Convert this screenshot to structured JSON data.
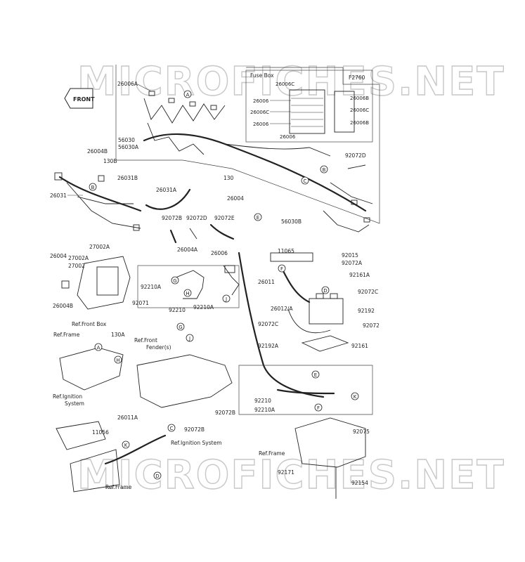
{
  "diagram_code": "F2760",
  "watermark": "MICROFICHES.NET",
  "front_arrow": "FRONT",
  "fuse_box": {
    "title": "Fuse Box",
    "left_labels": [
      "26006C",
      "26006",
      "26006C",
      "26006",
      "26006"
    ],
    "right_labels": [
      "26006B",
      "26006C",
      "26006B"
    ]
  },
  "callouts": [
    "A",
    "B",
    "C",
    "D",
    "E",
    "F",
    "G",
    "H",
    "J",
    "K"
  ],
  "part_labels": {
    "p26006A": "26006A",
    "p26004B_top": "26004B",
    "p56030": "56030",
    "p56030A": "56030A",
    "p130B": "130B",
    "p26031B": "26031B",
    "p26031": "26031",
    "p26031A": "26031A",
    "p130": "130",
    "p26004": "26004",
    "p56030B": "56030B",
    "p92072D_right": "92072D",
    "p92072B_mid": "92072B",
    "p92072D_mid": "92072D",
    "p92072E": "92072E",
    "p26004A": "26004A",
    "p26006_mid": "26006",
    "p11065": "11065",
    "p92015": "92015",
    "p92072A": "92072A",
    "p92161A": "92161A",
    "p26011": "26011",
    "p92072C_r": "92072C",
    "p26012A": "26012/A",
    "p92192": "92192",
    "p92072C_l": "92072C",
    "p92072": "92072",
    "p92192A": "92192A",
    "p92161": "92161",
    "p26004_left": "26004",
    "p27002A_top": "27002A",
    "p27002A": "27002A",
    "p27002": "27002",
    "p26004B_left": "26004B",
    "p92071": "92071",
    "p92210A_l": "92210A",
    "p92210": "92210",
    "p92210A_r": "92210A",
    "p130A": "130A",
    "p92072B_bot": "92072B",
    "p92072B_bot2": "92072B",
    "p26011A": "26011A",
    "p11056": "11056",
    "p92210_b": "92210",
    "p92210A_b": "92210A",
    "p92075": "92075",
    "p92171": "92171",
    "p92154": "92154"
  },
  "refs": {
    "front_box": "Ref.Front Box",
    "frame_top": "Ref.Frame",
    "front_fender": "Ref.Front\nFender(s)",
    "ignition_system_left": "Ref.Ignition\nSystem",
    "ignition_system_mid": "Ref.Ignition System",
    "frame_bottom": "Ref.Frame",
    "frame_right": "Ref.Frame"
  }
}
